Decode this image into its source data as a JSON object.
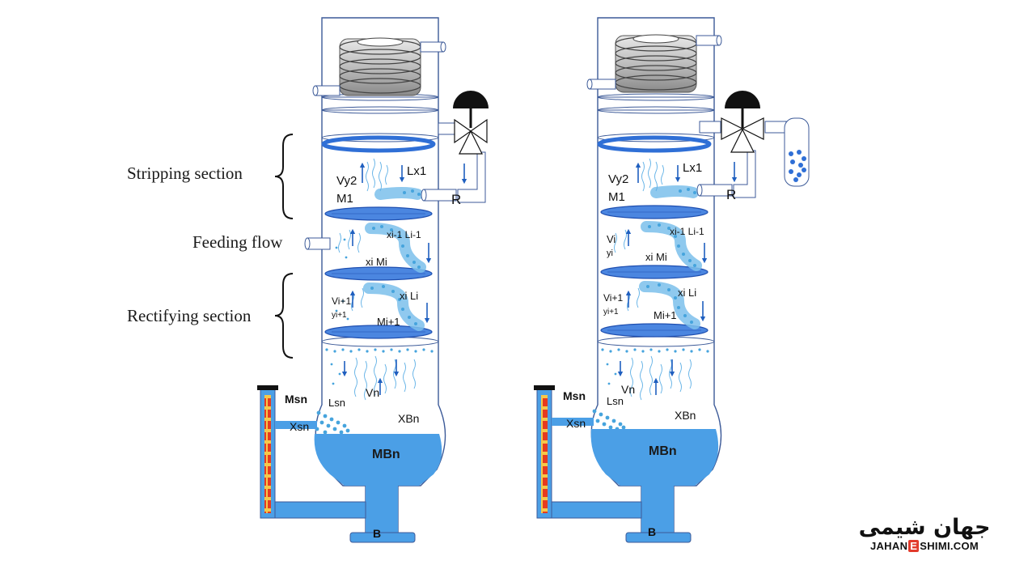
{
  "labels": {
    "stripping_section": "Stripping section",
    "feeding_flow": "Feeding flow",
    "rectifying_section": "Rectifying section"
  },
  "variables": {
    "vy2": "Vy2",
    "m1": "M1",
    "lx1": "Lx1",
    "reflux": "R",
    "xim1_lim1": "xi-1 Li-1",
    "xi_mi": "xi Mi",
    "vi": "Vi",
    "yi": "yi",
    "xi_li": "xi Li",
    "vi1": "Vi+1",
    "yi1": "yi+1",
    "mi1": "Mi+1",
    "vn": "Vn",
    "lsn": "Lsn",
    "msn": "Msn",
    "xsn": "Xsn",
    "xbn": "XBn",
    "mbn": "MBn",
    "b": "B"
  },
  "logo": {
    "name_fa": "جهان شیمی",
    "site_pre": "JAHAN",
    "site_box": "E",
    "site_post": "SHIMI.COM"
  },
  "colors": {
    "column_outline": "#3c5a98",
    "liquid": "#4b9fe6",
    "tray": "#2f6fd6",
    "dots": "#46a4dd",
    "arrow": "#1f5fbf",
    "gauge_fill": "#e63b1f"
  }
}
